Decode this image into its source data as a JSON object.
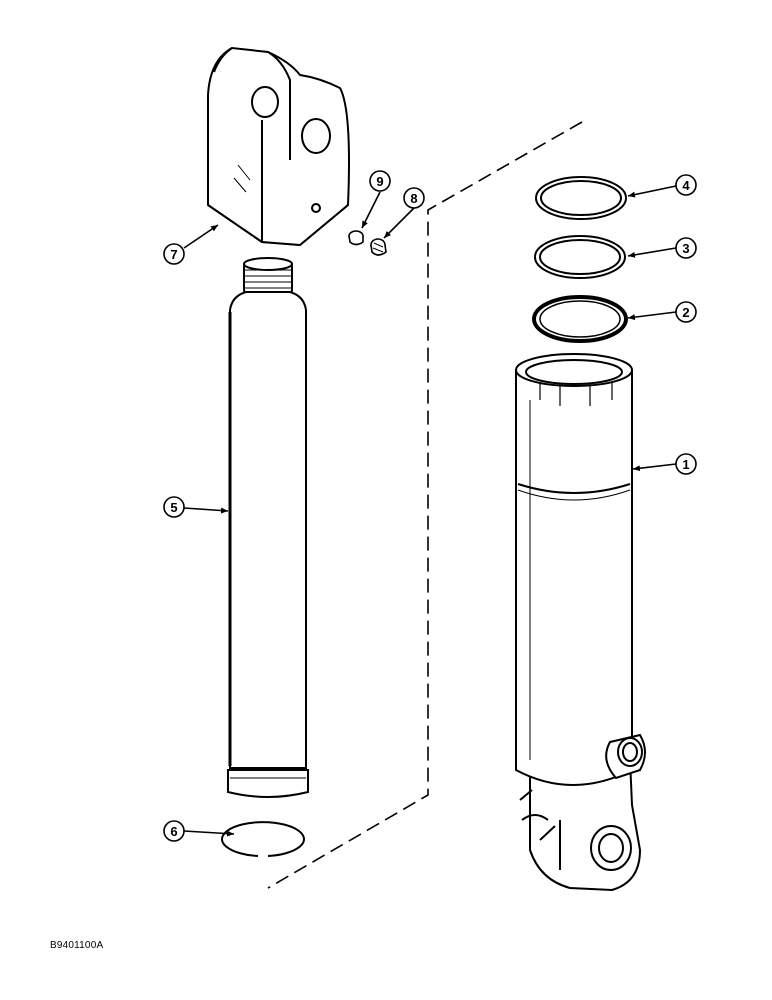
{
  "callouts": {
    "c1": "1",
    "c2": "2",
    "c3": "3",
    "c4": "4",
    "c5": "5",
    "c6": "6",
    "c7": "7",
    "c8": "8",
    "c9": "9"
  },
  "footer": {
    "code": "B9401100A"
  }
}
